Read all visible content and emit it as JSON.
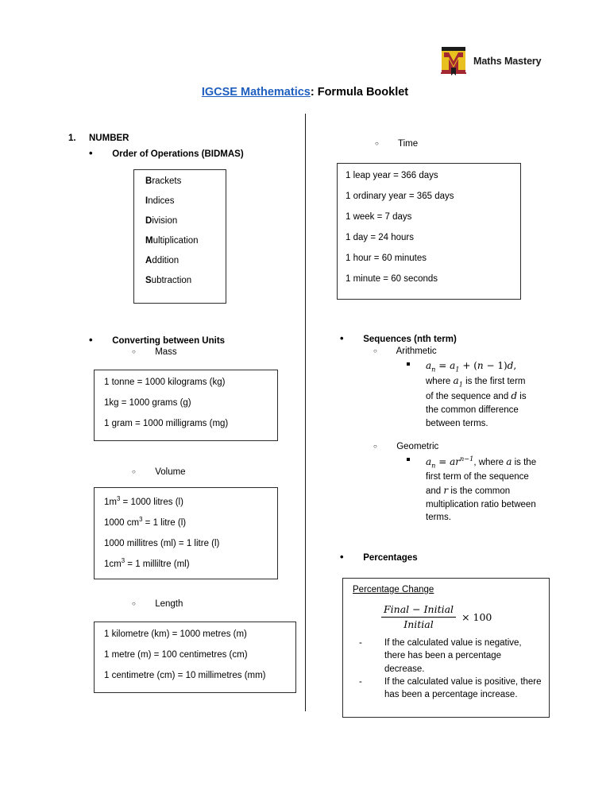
{
  "brand": {
    "name": "Maths Mastery",
    "logo_icon": "maths-mastery-book-logo",
    "logo_colors": {
      "book": "#E8C020",
      "letter": "#A42832",
      "band": "#1C1C1C",
      "spine": "#A42832"
    }
  },
  "title": {
    "link_text": "IGCSE Mathematics",
    "rest_text": ": Formula Booklet",
    "link_color": "#1F5FBF"
  },
  "left_column": {
    "section": {
      "index": "1.",
      "label": "NUMBER"
    },
    "order_of_operations": {
      "heading": "Order of Operations (BIDMAS)",
      "items": [
        {
          "initial": "B",
          "rest": "rackets"
        },
        {
          "initial": "I",
          "rest": "ndices"
        },
        {
          "initial": "D",
          "rest": "ivision"
        },
        {
          "initial": "M",
          "rest": "ultiplication"
        },
        {
          "initial": "A",
          "rest": "ddition"
        },
        {
          "initial": "S",
          "rest": "ubtraction"
        }
      ]
    },
    "converting_units": {
      "heading": "Converting between Units",
      "groups": [
        {
          "label": "Mass",
          "rows": [
            "1 tonne = 1000 kilograms (kg)",
            "1kg = 1000 grams (g)",
            "1 gram = 1000 milligrams (mg)"
          ]
        },
        {
          "label": "Volume",
          "rows_html": [
            {
              "pre": "1m",
              "sup": "3",
              "post": " = 1000 litres (l)"
            },
            {
              "pre": "1000 cm",
              "sup": "3",
              "post": " = 1 litre (l)"
            },
            {
              "pre": "1000 millitres (ml) = 1 litre (l)",
              "sup": "",
              "post": ""
            },
            {
              "pre": "1cm",
              "sup": "3",
              "post": " = 1 milliltre (ml)"
            }
          ]
        },
        {
          "label": "Length",
          "rows": [
            "1 kilometre (km) = 1000 metres (m)",
            "1 metre (m) = 100 centimetres (cm)",
            "1 centimetre (cm) = 10 millimetres (mm)"
          ]
        }
      ]
    }
  },
  "right_column": {
    "time": {
      "label": "Time",
      "rows": [
        "1 leap year = 366 days",
        "1 ordinary year = 365 days",
        "1 week = 7 days",
        "1 day = 24 hours",
        "1 hour = 60 minutes",
        "1 minute = 60 seconds"
      ]
    },
    "sequences": {
      "heading": "Sequences (nth term)",
      "arithmetic": {
        "label": "Arithmetic",
        "formula_plain": "a_n = a_1 + (n - 1)d,",
        "description": "where a₁ is the first term of the sequence and d is the common difference between terms."
      },
      "geometric": {
        "label": "Geometric",
        "formula_plain": "a_n = ar^(n-1),",
        "description": "where a is the first term of the sequence and r is the common multiplication ratio between terms."
      }
    },
    "percentages": {
      "heading": "Percentages",
      "box_title": "Percentage Change",
      "formula": {
        "numerator": "Final − Initial",
        "denominator": "Initial",
        "multiplier": "× 100"
      },
      "notes": [
        "If the calculated value is negative, there has been a percentage decrease.",
        "If the calculated value is positive, there has been a percentage increase."
      ]
    }
  }
}
